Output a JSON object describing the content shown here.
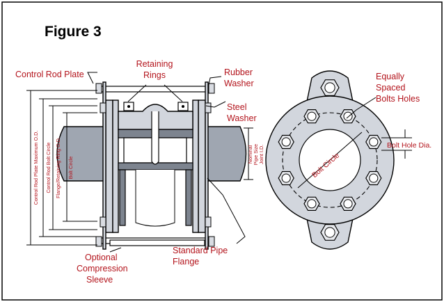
{
  "figure": {
    "title": "Figure 3",
    "labels": {
      "control_rod_plate": "Control Rod Plate",
      "retaining_rings_1": "Retaining",
      "retaining_rings_2": "Rings",
      "rubber_washer_1": "Rubber",
      "rubber_washer_2": "Washer",
      "steel_washer_1": "Steel",
      "steel_washer_2": "Washer",
      "equally_spaced_1": "Equally",
      "equally_spaced_2": "Spaced",
      "equally_spaced_3": "Bolts Holes",
      "bolt_hole_dia": "Bolt Hole Dia.",
      "bolt_circle": "Bolt Circle",
      "standard_pipe_flange_1": "Standard Pipe",
      "standard_pipe_flange_2": "Flange",
      "optional_sleeve_1": "Optional",
      "optional_sleeve_2": "Compression",
      "optional_sleeve_3": "Sleeve"
    },
    "vertical_dims": {
      "control_rod_plate_max_od": "Control Rod Plate Maximum O.D.",
      "control_rod_bolt_circle": "Control Rod Bolt Circle",
      "flange_retaining_ring_od": "Flange/Retaining Ring O.D.",
      "bolt_circle": "Bolt Circle",
      "nominal_pipe_size_1": "Nominal",
      "nominal_pipe_size_2": "Pipe Size",
      "nominal_pipe_size_3": "Joint I.D."
    },
    "colors": {
      "label": "#b3131b",
      "flange_fill": "#d2d6dd",
      "pipe_fill": "#9fa6b1"
    }
  }
}
